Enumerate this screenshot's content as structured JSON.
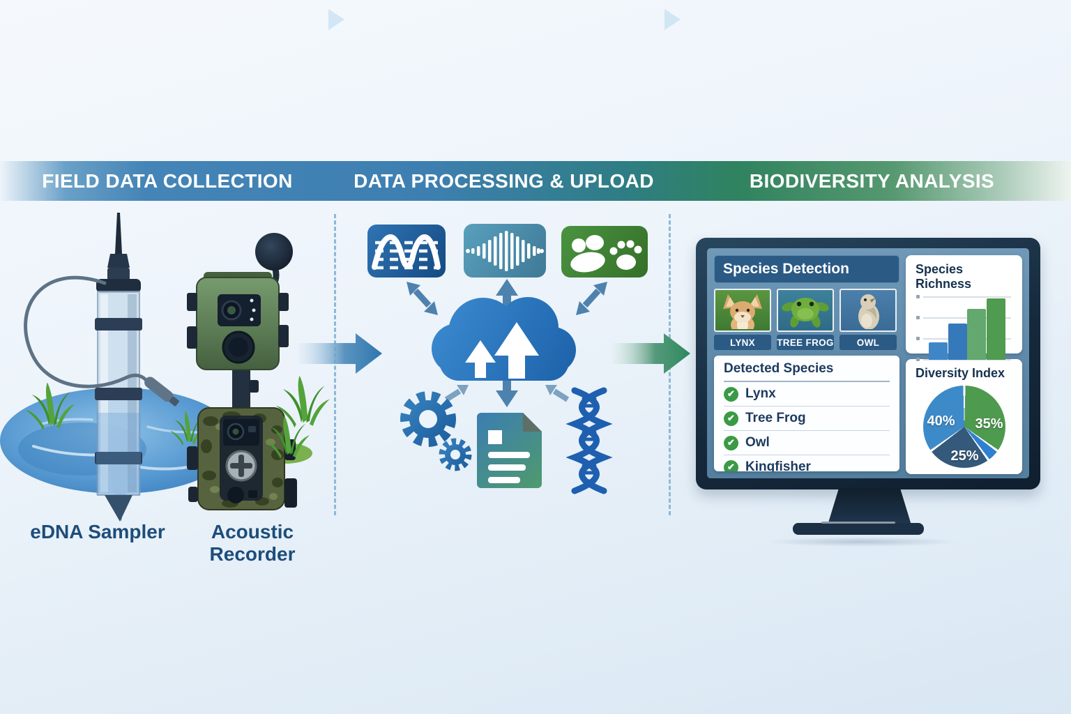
{
  "header": {
    "stages": [
      {
        "label": "FIELD DATA COLLECTION"
      },
      {
        "label": "DATA PROCESSING & UPLOAD"
      },
      {
        "label": "BIODIVERSITY ANALYSIS"
      }
    ],
    "band_colors": {
      "blue": "#3e7fb1",
      "teal": "#2f7d85",
      "green": "#30835f"
    }
  },
  "field_section": {
    "device_labels": [
      {
        "label": "eDNA Sampler"
      },
      {
        "label": "Acoustic Recorder"
      }
    ]
  },
  "processing_section": {
    "icon_names": [
      "dna-sequence-icon",
      "audio-waveform-icon",
      "animal-tracks-icon",
      "cloud-upload-icon",
      "gears-icon",
      "document-icon",
      "dna-helix-icon"
    ]
  },
  "analysis_section": {
    "species_detection": {
      "title": "Species Detection",
      "thumbnails": [
        {
          "label": "LYNX"
        },
        {
          "label": "TREE FROG"
        },
        {
          "label": "OWL"
        }
      ]
    },
    "detected_species": {
      "title": "Detected Species",
      "check_color": "#3a9a45",
      "items": [
        {
          "name": "Lynx"
        },
        {
          "name": "Tree Frog"
        },
        {
          "name": "Owl"
        },
        {
          "name": "Kingfisher"
        }
      ]
    }
  },
  "chart_data": [
    {
      "type": "bar",
      "title": "Species Richness",
      "categories": [
        "",
        "",
        "",
        ""
      ],
      "values": [
        28,
        57,
        80,
        97
      ],
      "colors": [
        "#3f86c8",
        "#3579bb",
        "#63a86e",
        "#4f9b4f"
      ],
      "ylim": [
        0,
        100
      ],
      "grid": true,
      "tick_labels_visible": false
    },
    {
      "type": "pie",
      "title": "Diversity Index",
      "labels": [
        "40%",
        "35%",
        "25%"
      ],
      "values": [
        40,
        35,
        25
      ],
      "colors": [
        "#3d8ac9",
        "#4e9a4e",
        "#35597a"
      ],
      "label_color": "#ffffff",
      "render_segments": [
        {
          "value": 35,
          "color": "#4e9a4e"
        },
        {
          "value": 5,
          "color": "#2f80d2"
        },
        {
          "value": 25,
          "color": "#35597a"
        },
        {
          "value": 35,
          "color": "#3d8ac9"
        }
      ]
    }
  ]
}
